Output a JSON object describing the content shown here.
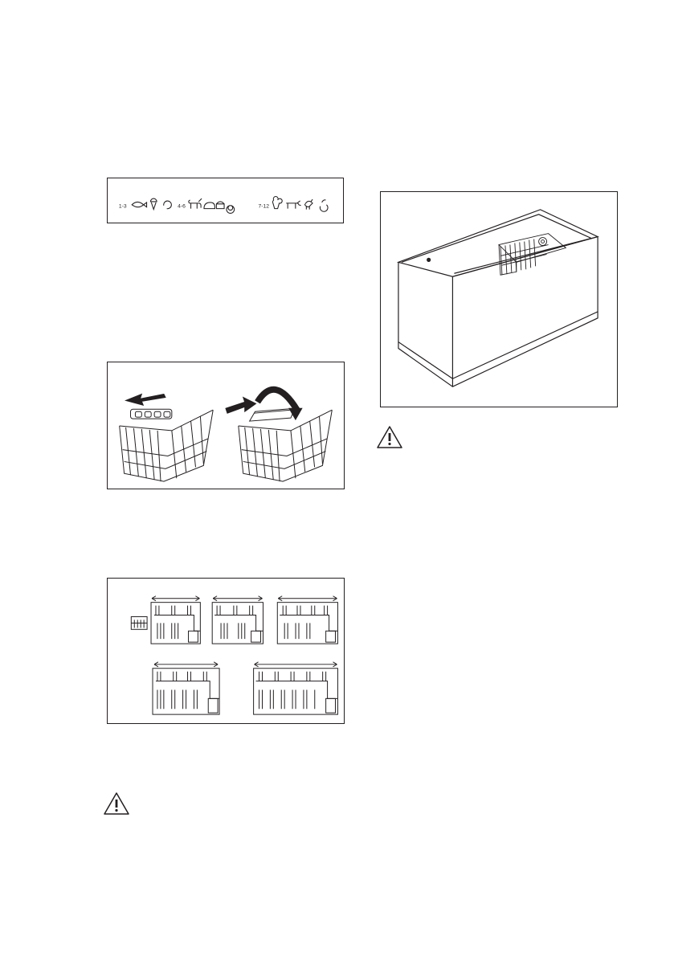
{
  "food_chart": {
    "groups": [
      {
        "range": "1-3",
        "icons": [
          "fish-icon",
          "ice-cream-icon",
          "sausage-ring-icon"
        ]
      },
      {
        "range": "4-6",
        "icons": [
          "pig-icon",
          "bread-icon",
          "cheese-icon",
          "plate-icon"
        ]
      },
      {
        "range": "7-12",
        "icons": [
          "vegetables-icon",
          "cow-icon",
          "chicken-icon",
          "fruit-icon"
        ]
      }
    ]
  },
  "warnings": [
    {
      "icon": "warning-triangle-icon"
    },
    {
      "icon": "warning-triangle-icon"
    }
  ]
}
